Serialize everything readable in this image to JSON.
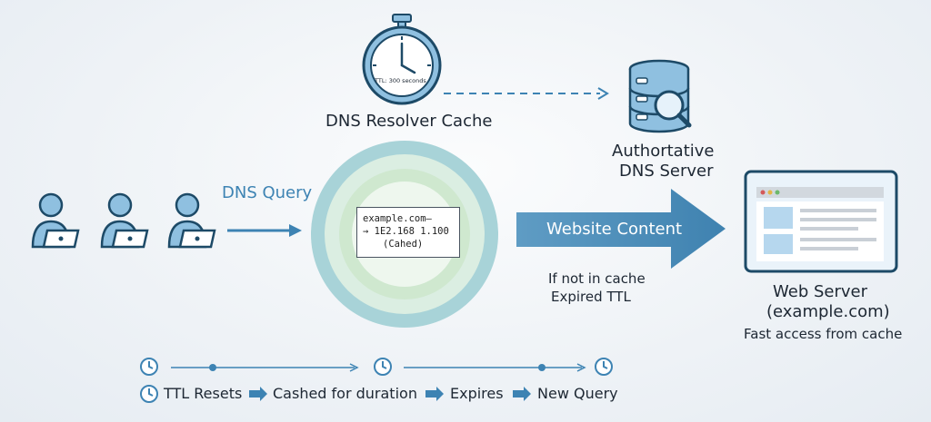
{
  "diagram": {
    "timer": {
      "text": "TTL: 300 seconds"
    },
    "resolver_label": "DNS Resolver Cache",
    "authoritative_label_1": "Authortative",
    "authoritative_label_2": "DNS Server",
    "query_label": "DNS Query",
    "cache_entry": {
      "line1": "example.com—",
      "line2": "→ 1E2.168 1.100",
      "line3": "(Cahed)"
    },
    "content_arrow_label": "Website Content",
    "miss_note_1": "If not in cache",
    "miss_note_2": "Expired TTL",
    "web_server": {
      "label_1": "Web Server",
      "label_2": "(example.com)",
      "note": "Fast access from cache"
    },
    "timeline": {
      "steps": [
        "TTL Resets",
        "Cashed for duration",
        "Expires",
        "New Query"
      ]
    },
    "colors": {
      "accent": "#3d83b3",
      "dark_outline": "#1d4a67",
      "arrow_fill": "#4f8fb8",
      "ring_outer": "#a8d3d8",
      "ring_inner": "#cfe8cf",
      "icon_fill": "#8fc0e0"
    },
    "icons": [
      "stopwatch-icon",
      "database-search-icon",
      "user-laptop-icon",
      "browser-window-icon",
      "clock-icon"
    ]
  }
}
